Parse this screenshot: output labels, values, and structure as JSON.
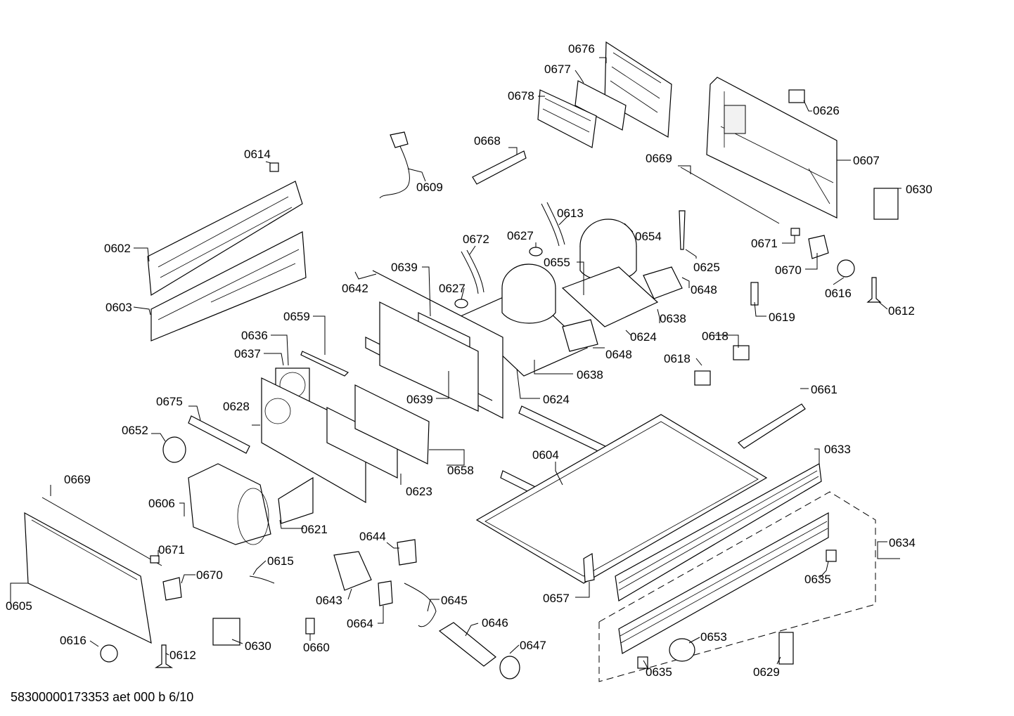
{
  "footer_text": "58300000173353 aet 000 b 6/10",
  "labels": {
    "l0676": "0676",
    "l0677": "0677",
    "l0678": "0678",
    "l0626": "0626",
    "l0607": "0607",
    "l0614": "0614",
    "l0609": "0609",
    "l0668": "0668",
    "l0669a": "0669",
    "l0630a": "0630",
    "l0602": "0602",
    "l0613": "0613",
    "l0654": "0654",
    "l0672": "0672",
    "l0627a": "0627",
    "l0655": "0655",
    "l0625": "0625",
    "l0671a": "0671",
    "l0670a": "0670",
    "l0616a": "0616",
    "l0612a": "0612",
    "l0603": "0603",
    "l0642": "0642",
    "l0639a": "0639",
    "l0627b": "0627",
    "l0648a": "0648",
    "l0638a": "0638",
    "l0619": "0619",
    "l0659": "0659",
    "l0624a": "0624",
    "l0636": "0636",
    "l0648b": "0648",
    "l0618a": "0618",
    "l0637": "0637",
    "l0638b": "0638",
    "l0618b": "0618",
    "l0639b": "0639",
    "l0624b": "0624",
    "l0661": "0661",
    "l0675": "0675",
    "l0628": "0628",
    "l0652": "0652",
    "l0604": "0604",
    "l0633": "0633",
    "l0658": "0658",
    "l0669b": "0669",
    "l0623": "0623",
    "l0606": "0606",
    "l0621": "0621",
    "l0644": "0644",
    "l0634": "0634",
    "l0671b": "0671",
    "l0615": "0615",
    "l0670b": "0670",
    "l0635a": "0635",
    "l0605": "0605",
    "l0643": "0643",
    "l0645": "0645",
    "l0657": "0657",
    "l0664": "0664",
    "l0646": "0646",
    "l0616b": "0616",
    "l0630b": "0630",
    "l0660": "0660",
    "l0653": "0653",
    "l0647": "0647",
    "l0612b": "0612",
    "l0635b": "0635",
    "l0629": "0629"
  }
}
